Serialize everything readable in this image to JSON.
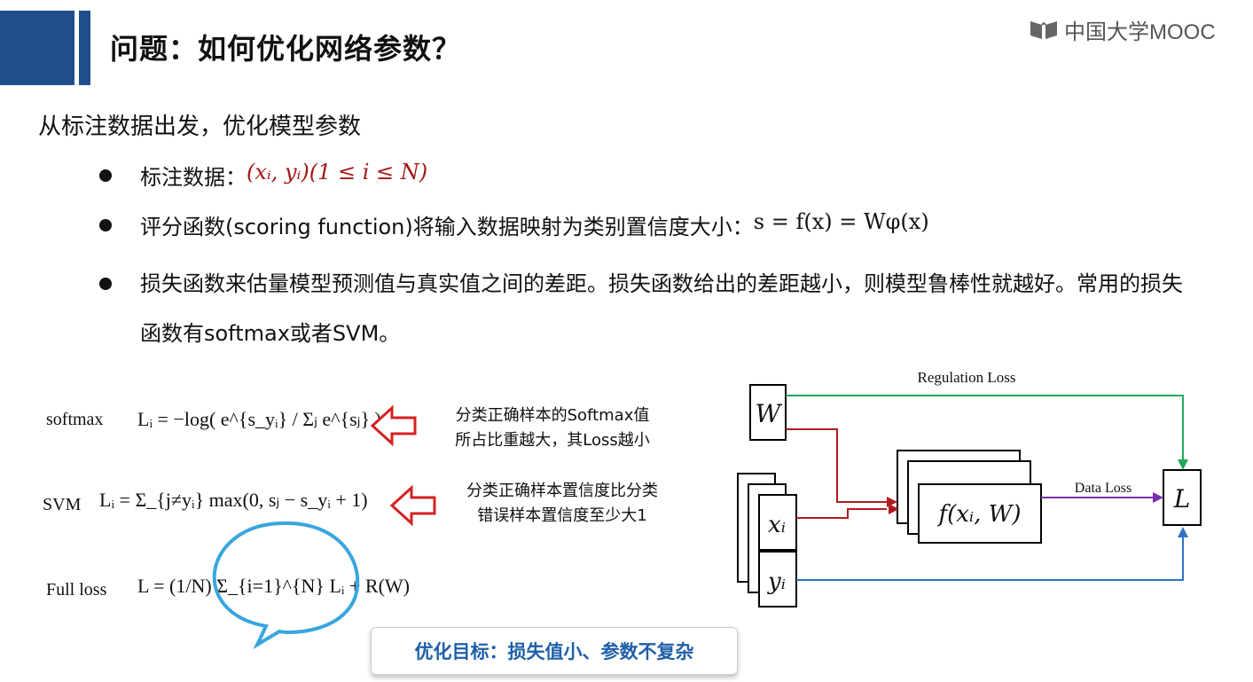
{
  "header": {
    "title": "问题：如何优化网络参数？",
    "logo_text": "中国大学MOOC"
  },
  "intro": "从标注数据出发，优化模型参数",
  "bullets": [
    {
      "text": "标注数据：",
      "math": "(xᵢ, yᵢ)(1 ≤ i ≤ N)"
    },
    {
      "text": "评分函数(scoring function)将输入数据映射为类别置信度大小：",
      "math": "s = f(x) = Wφ(x)"
    },
    {
      "text": "损失函数来估量模型预测值与真实值之间的差距。损失函数给出的差距越小，则模型鲁棒性就越好。常用的损失函数有softmax或者SVM。"
    }
  ],
  "losses": {
    "softmax_label": "softmax",
    "softmax_formula": "Lᵢ = −log( e^{s_yᵢ} / Σⱼ e^{sⱼ} )",
    "softmax_note_1": "分类正确样本的Softmax值",
    "softmax_note_2": "所占比重越大，其Loss越小",
    "svm_label": "SVM",
    "svm_formula": "Lᵢ = Σ_{j≠yᵢ} max(0, sⱼ − s_yᵢ + 1)",
    "svm_note_1": "分类正确样本置信度比分类",
    "svm_note_2": "错误样本置信度至少大1",
    "full_label": "Full loss",
    "full_formula": "L = (1/N) Σ_{i=1}^{N} Lᵢ + R(W)"
  },
  "diagram": {
    "w": "W",
    "x": "xᵢ",
    "y": "yᵢ",
    "f": "f(xᵢ, W)",
    "l": "L",
    "regulation_loss": "Regulation Loss",
    "data_loss": "Data Loss"
  },
  "goal": "优化目标：损失值小、参数不复杂",
  "colors": {
    "brand_blue": "#1f4e8c",
    "math_red": "#a31616",
    "green": "#22a85a",
    "red": "#b01c1c",
    "purple": "#7a2fb0",
    "blue": "#2f74c0",
    "bubble": "#3aa6dd",
    "goal_text": "#1f5fa8"
  }
}
